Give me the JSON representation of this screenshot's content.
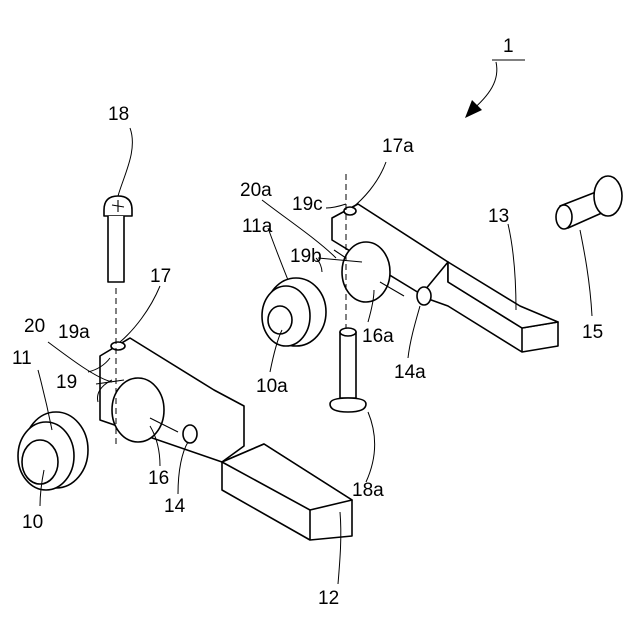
{
  "labels": {
    "assembly": "1",
    "screw": "18",
    "screw_a": "18a",
    "hole_top": "17",
    "hole_top_a": "17a",
    "flange_bushing": "11",
    "flange_bushing_a": "11a",
    "bushing": "10",
    "bushing_a": "10a",
    "slit": "20",
    "slit_a": "20a",
    "face": "19",
    "face_a": "19a",
    "face_b": "19b",
    "face_c": "19c",
    "bore": "16",
    "bore_a": "16a",
    "side_hole": "14",
    "side_hole_a": "14a",
    "arm_lower": "12",
    "arm_upper": "13",
    "pin": "15"
  }
}
